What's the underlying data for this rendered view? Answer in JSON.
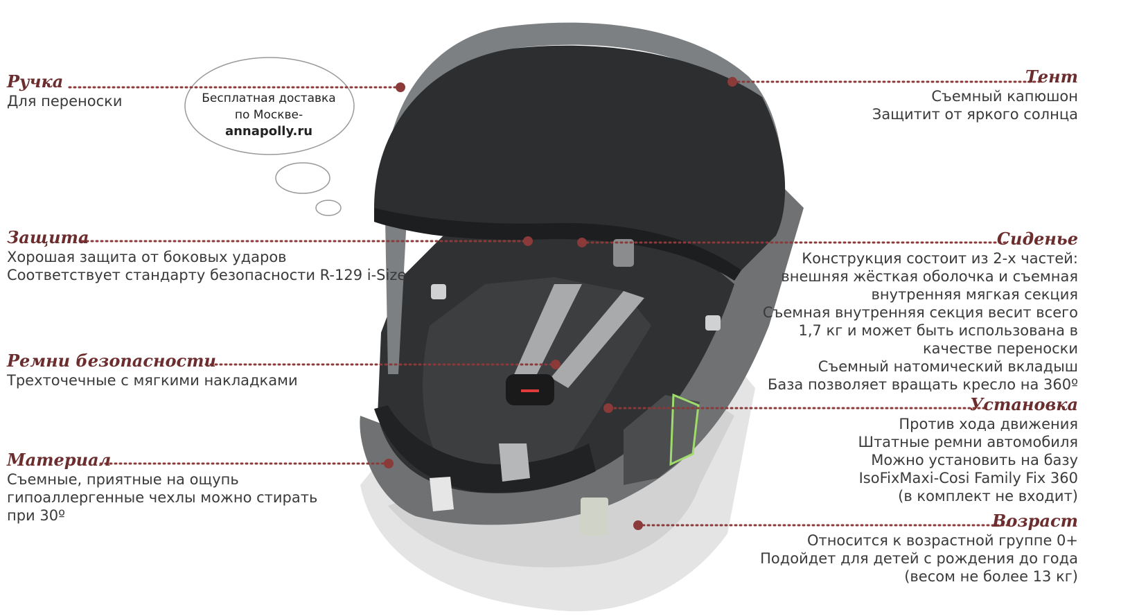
{
  "bubble": {
    "line1": "Бесплатная доставка",
    "line2": "по Москве-",
    "site": "annapolly.ru"
  },
  "features": {
    "handle": {
      "title": "Ручка",
      "lines": [
        "Для переноски"
      ]
    },
    "protection": {
      "title": "Защита",
      "lines": [
        "Хорошая защита от боковых ударов",
        "Соответствует стандарту безопасности R-129 i-Size"
      ]
    },
    "belts": {
      "title": "Ремни безопасности",
      "lines": [
        "Трехточечные с мягкими накладками"
      ]
    },
    "material": {
      "title": "Материал",
      "lines": [
        "Съемные, приятные на ощупь",
        "гипоаллергенные чехлы можно стирать",
        "при 30º"
      ]
    },
    "canopy": {
      "title": "Тент",
      "lines": [
        "Съемный капюшон",
        "Защитит от яркого солнца"
      ]
    },
    "seat": {
      "title": "Сиденье",
      "lines": [
        "Конструкция состоит из 2-х частей:",
        "внешняя жёсткая оболочка и съемная",
        "внутренняя мягкая секция",
        "Съемная внутренняя секция весит всего",
        "1,7 кг и может быть использована в",
        "качестве переноски",
        "Съемный натомический вкладыш",
        "База позволяет вращать кресло на 360º"
      ]
    },
    "installation": {
      "title": "Установка",
      "lines": [
        "Против хода движения",
        "Штатные ремни автомобиля",
        "Можно установить на базу",
        "IsoFixMaxi-Cosi Family Fix 360",
        "(в комплект не входит)"
      ]
    },
    "age": {
      "title": "Возраст",
      "lines": [
        "Относится к возрастной группе 0+",
        "Подойдет для детей с рождения до года",
        "(весом не более 13 кг)"
      ]
    }
  },
  "colors": {
    "title": "#6b2d2d",
    "dot": "#8b3a3a",
    "text": "#3a3a3a"
  }
}
